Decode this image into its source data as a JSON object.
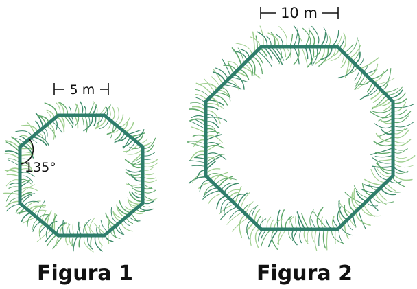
{
  "figures": [
    {
      "caption": "Figura 1",
      "side_label": "5 m",
      "angle_label": "135°"
    },
    {
      "caption": "Figura 2",
      "side_label": "10 m"
    }
  ],
  "colors": {
    "outline": "#2e7d6b",
    "grass_light": "#9fcf8f",
    "grass_mid": "#5fa86a",
    "grass_dark": "#3d8b6a",
    "text": "#111111"
  }
}
